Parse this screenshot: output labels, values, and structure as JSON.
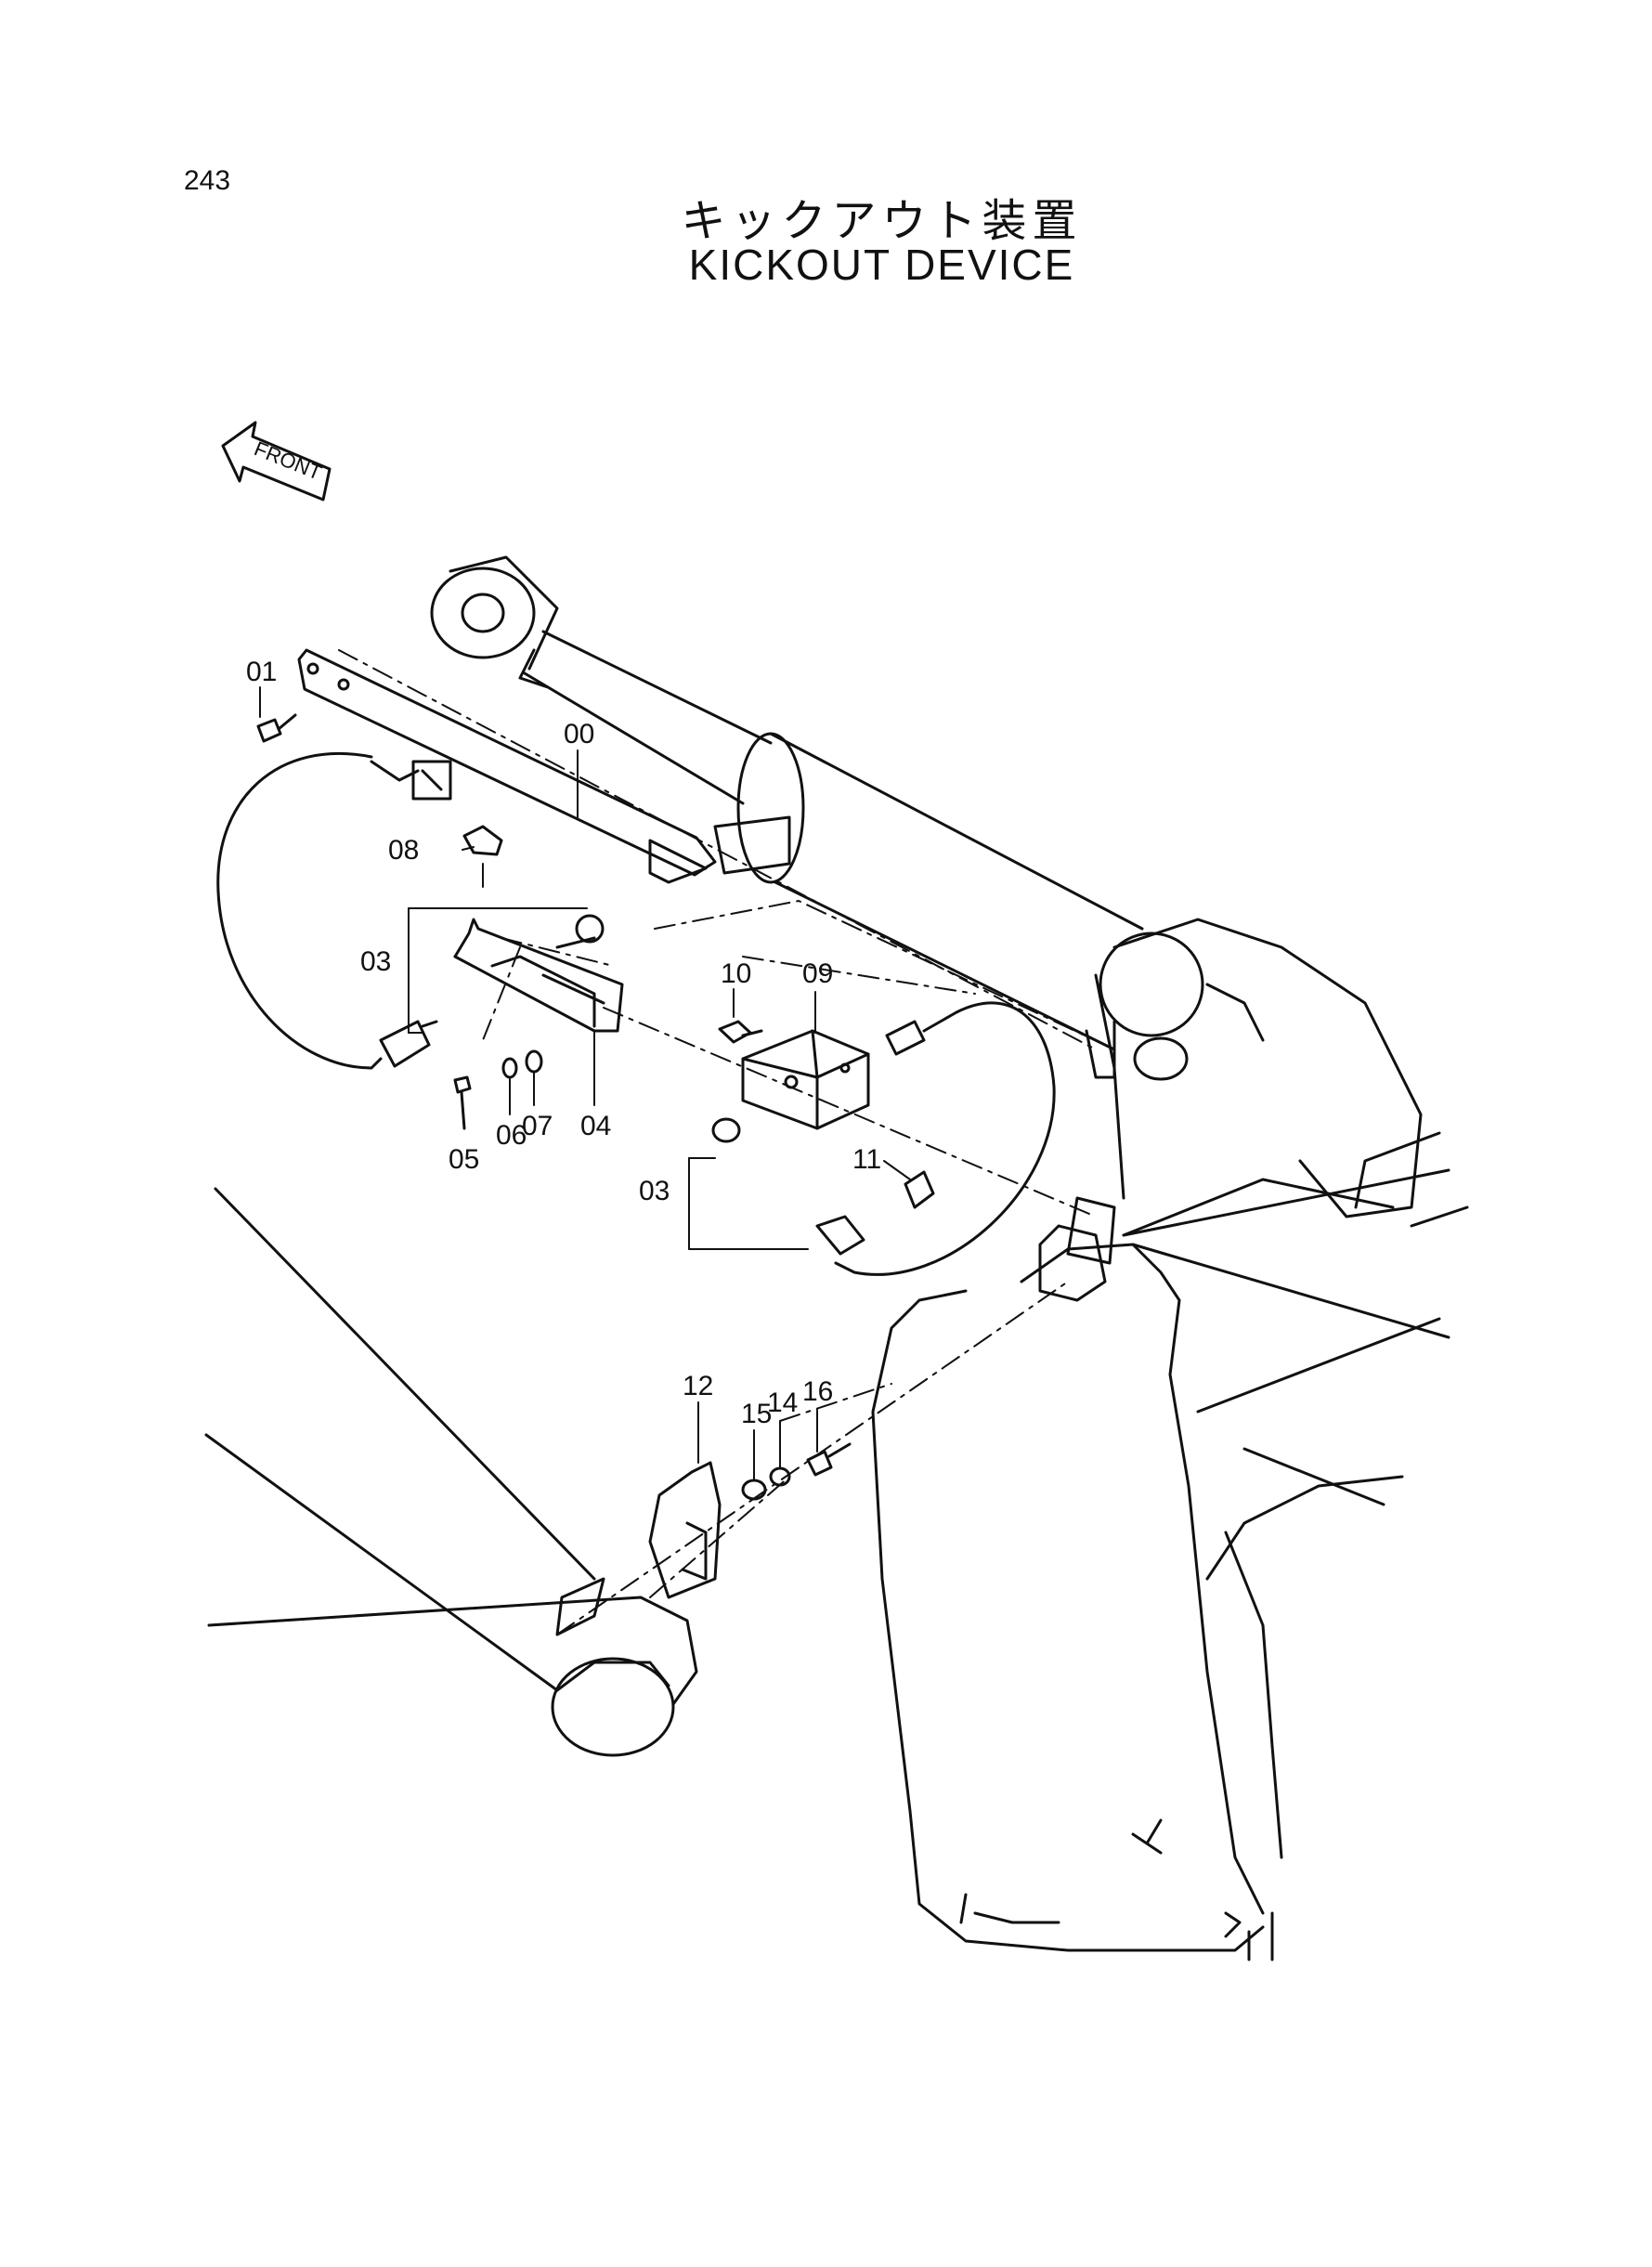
{
  "header": {
    "page_number": "243",
    "title_jp": "キックアウト装置",
    "title_en": "KICKOUT DEVICE"
  },
  "orientation": {
    "label": "FRONT",
    "icon": "front-arrow-icon"
  },
  "parts": {
    "p00": "00",
    "p01": "01",
    "p03a": "03",
    "p03b": "03",
    "p04": "04",
    "p05": "05",
    "p06": "06",
    "p07": "07",
    "p08": "08",
    "p09": "09",
    "p10": "10",
    "p11": "11",
    "p12": "12",
    "p14": "14",
    "p15": "15",
    "p16": "16"
  }
}
